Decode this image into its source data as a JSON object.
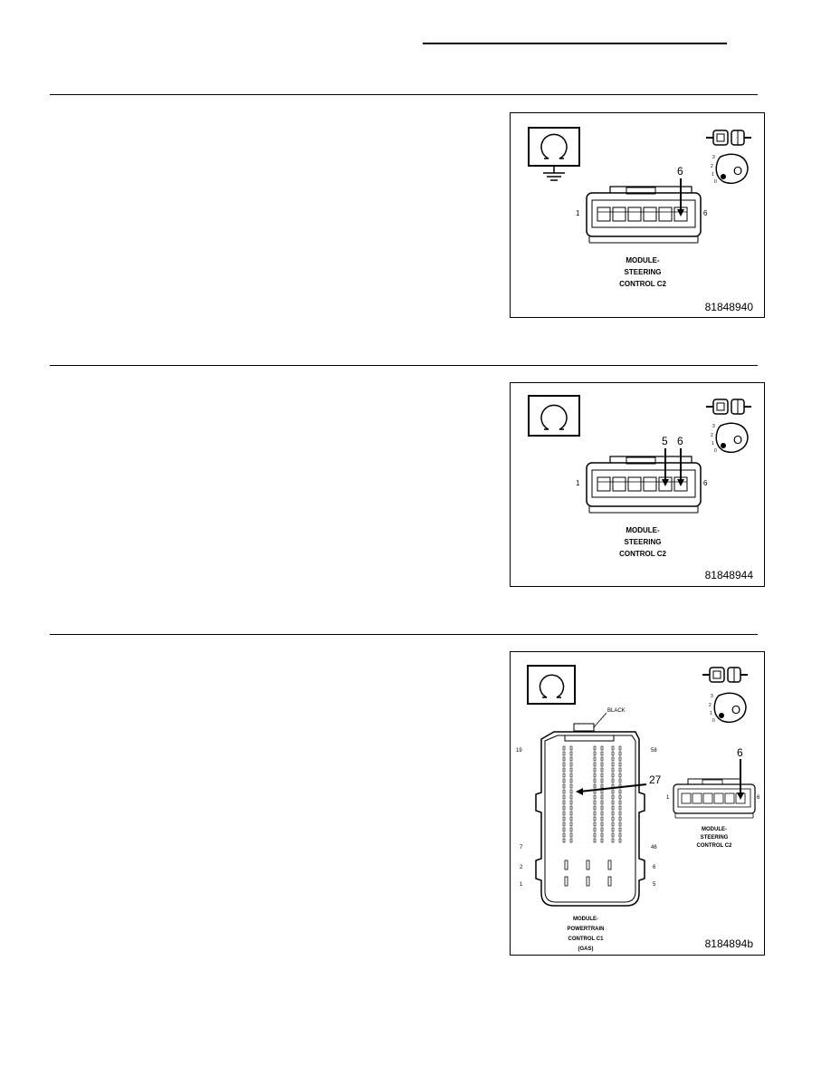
{
  "figures": [
    {
      "id": "81848940",
      "label_lines": [
        "MODULE-",
        "STEERING",
        "CONTROL C2"
      ],
      "pin_left": "1",
      "pin_right": "6",
      "arrow_pins": [
        "6"
      ],
      "symbol": "ohm-with-ground"
    },
    {
      "id": "81848944",
      "label_lines": [
        "MODULE-",
        "STEERING",
        "CONTROL C2"
      ],
      "pin_left": "1",
      "pin_right": "6",
      "arrow_pins": [
        "5",
        "6"
      ],
      "symbol": "ohm"
    },
    {
      "id": "8184894b",
      "main_label_lines": [
        "MODULE-",
        "POWERTRAIN",
        "CONTROL C1",
        "(GAS)"
      ],
      "black_tag": "BLACK",
      "pin_labels_left": [
        "19",
        "7",
        "2",
        "1"
      ],
      "pin_labels_right": [
        "58",
        "46",
        "6",
        "5"
      ],
      "arrow_pin_main": "27",
      "sub_label_lines": [
        "MODULE-",
        "STEERING",
        "CONTROL C2"
      ],
      "sub_pin_left": "1",
      "sub_pin_right": "6",
      "sub_arrow_pin": "6",
      "symbol": "ohm"
    }
  ],
  "ignition_positions": [
    "3",
    "2",
    "1",
    "0"
  ],
  "ignition_key_text": "O"
}
